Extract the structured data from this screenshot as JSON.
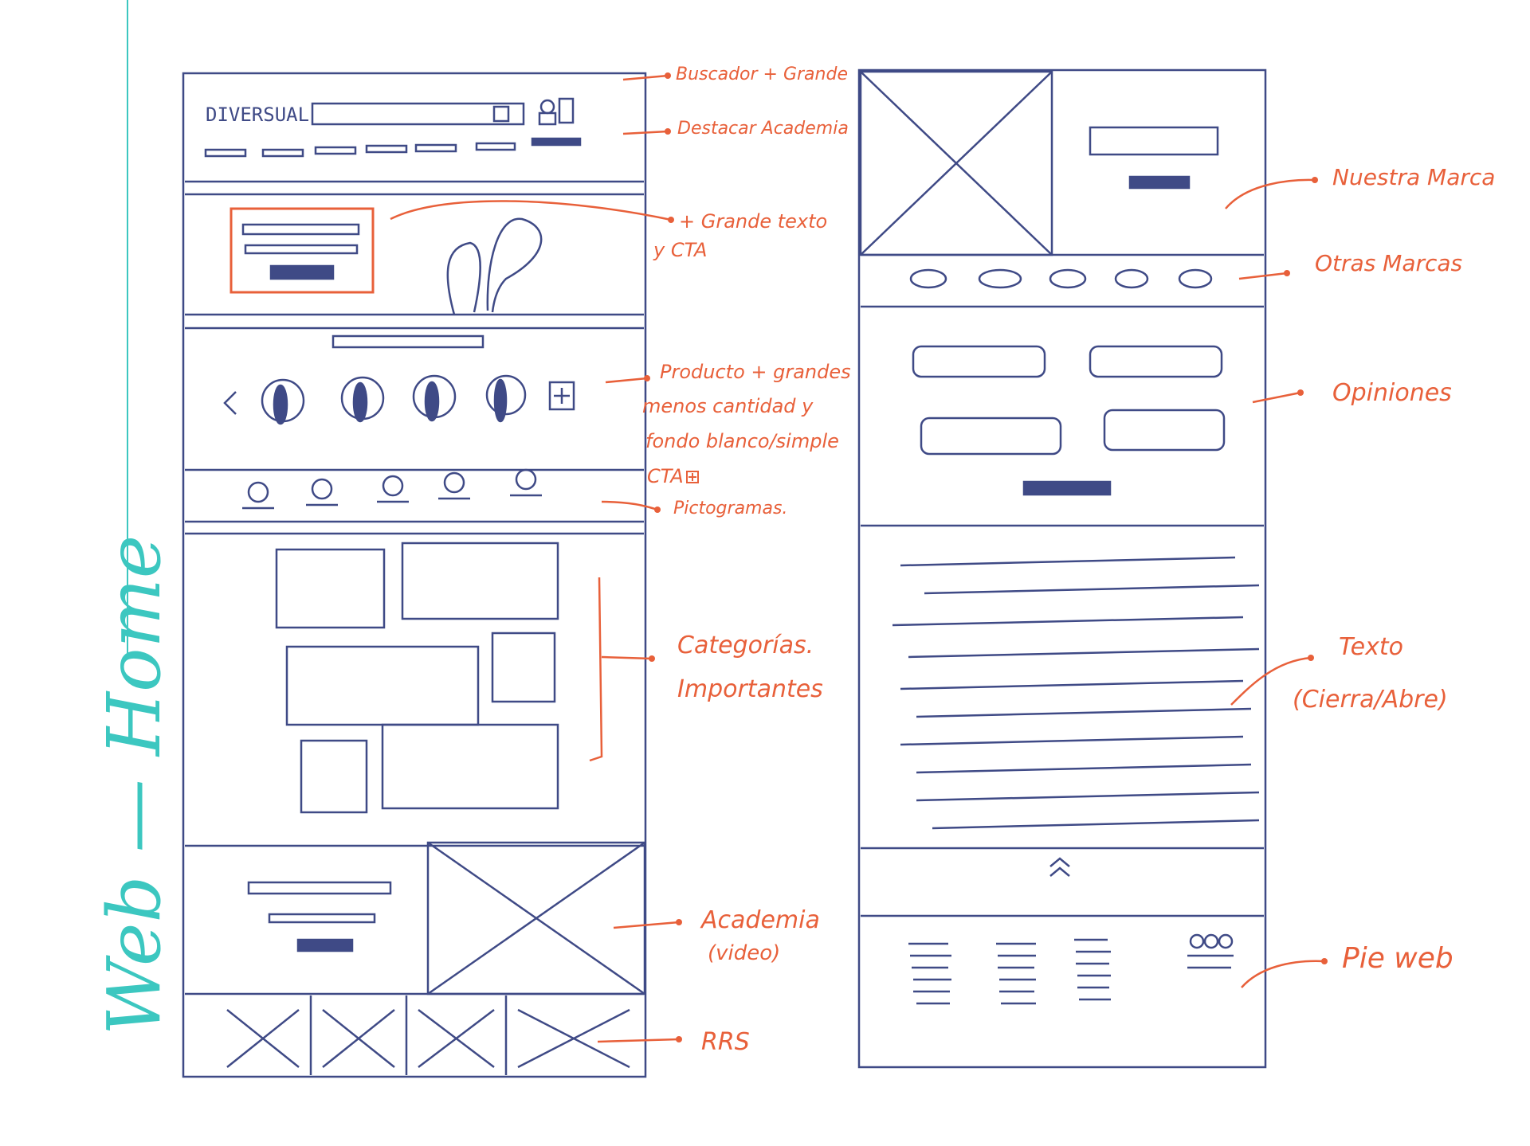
{
  "page_title": "Web — Home",
  "logo": "DIVERSUAL",
  "colors": {
    "pencil": "#3f4a86",
    "annotation": "#e8603a",
    "title": "#3cc7c0"
  },
  "annotations": {
    "buscador": "Buscador + Grande",
    "destacar": "Destacar Academia",
    "hero_1": "+ Grande texto",
    "hero_2": "y CTA",
    "prod_1": "Producto + grandes",
    "prod_2": "menos cantidad y",
    "prod_3": "fondo blanco/simple",
    "prod_4": "CTA",
    "picto": "Pictogramas.",
    "cat_1": "Categorías.",
    "cat_2": "Importantes",
    "acad_1": "Academia",
    "acad_2": "(video)",
    "rrss": "RRS",
    "marca": "Nuestra Marca",
    "otras": "Otras Marcas",
    "opin": "Opiniones",
    "texto_1": "Texto",
    "texto_2": "(Cierra/Abre)",
    "pie": "Pie web"
  }
}
